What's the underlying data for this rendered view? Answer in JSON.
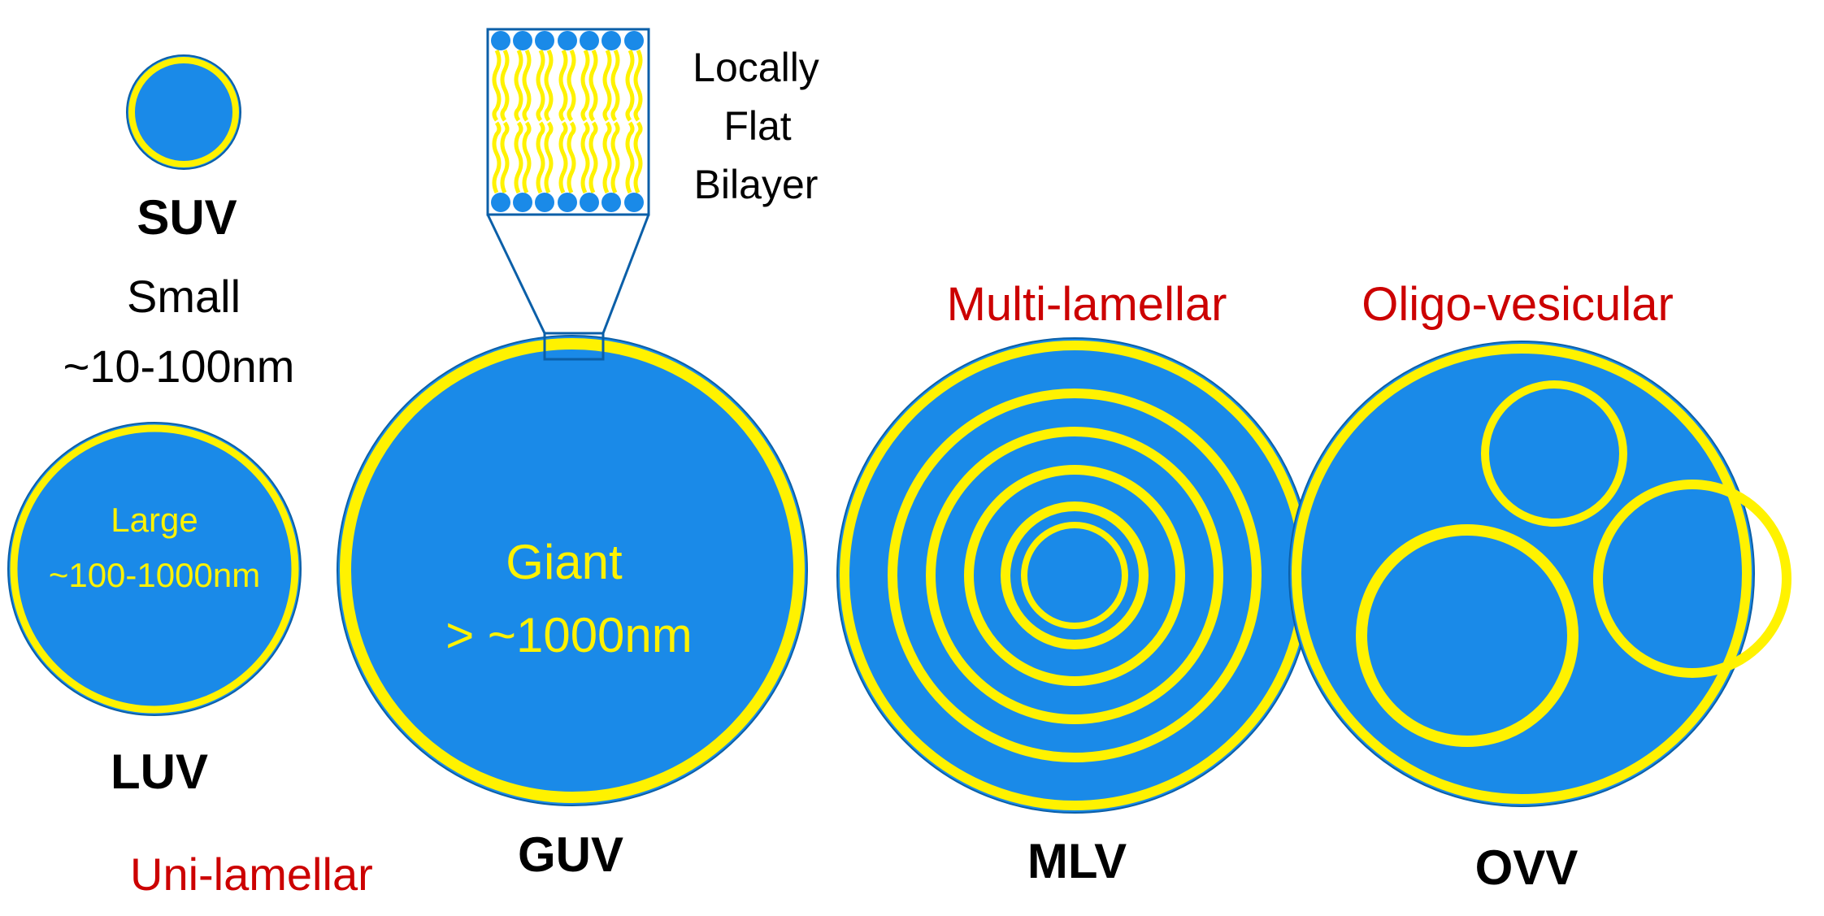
{
  "colors": {
    "fill": "#1a8ae8",
    "membrane": "#fff200",
    "outline": "#0b5fa8",
    "red": "#cc0000",
    "black": "#000000"
  },
  "suv": {
    "acronym": "SUV",
    "size_word": "Small",
    "size_range": "~10-100nm"
  },
  "luv": {
    "acronym": "LUV",
    "size_word": "Large",
    "size_range": "~100-1000nm"
  },
  "guv": {
    "acronym": "GUV",
    "size_word": "Giant",
    "size_range": "> ~1000nm"
  },
  "unilamellar_label": "Uni-lamellar",
  "inset": {
    "line1": "Locally",
    "line2": "Flat",
    "line3": "Bilayer"
  },
  "mlv": {
    "category": "Multi-lamellar",
    "acronym": "MLV"
  },
  "ovv": {
    "category": "Oligo-vesicular",
    "acronym": "OVV"
  }
}
